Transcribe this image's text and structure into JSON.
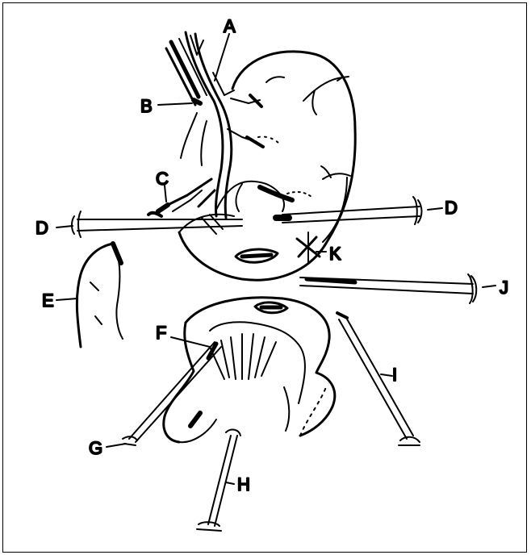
{
  "labels": {
    "a": "A",
    "b": "B",
    "c": "C",
    "d_left": "D",
    "d_right": "D",
    "e": "E",
    "f": "F",
    "g": "G",
    "h": "H",
    "i": "I",
    "j": "J",
    "k": "K"
  },
  "colors": {
    "ink": "#000000",
    "paper": "#ffffff"
  }
}
